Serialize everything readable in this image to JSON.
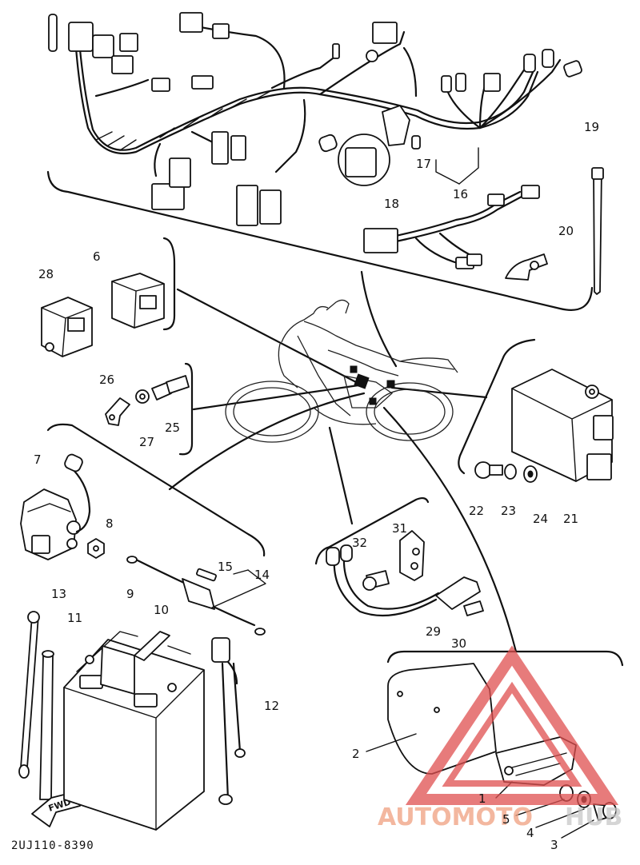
{
  "diagram": {
    "drawing_code": "2UJ110-8390",
    "fwd_label": "FWD",
    "callouts": [
      "1",
      "2",
      "3",
      "4",
      "5",
      "6",
      "7",
      "8",
      "9",
      "10",
      "11",
      "12",
      "13",
      "14",
      "15",
      "16",
      "17",
      "18",
      "19",
      "20",
      "21",
      "22",
      "23",
      "24",
      "25",
      "26",
      "27",
      "28",
      "29",
      "30",
      "31",
      "32"
    ]
  },
  "watermark": {
    "text_part1": "AUTOMOTO",
    "text_part2": "HUB",
    "color_primary": "#f0a080",
    "color_secondary": "#c8c8c8",
    "logo_color": "#e05050"
  }
}
